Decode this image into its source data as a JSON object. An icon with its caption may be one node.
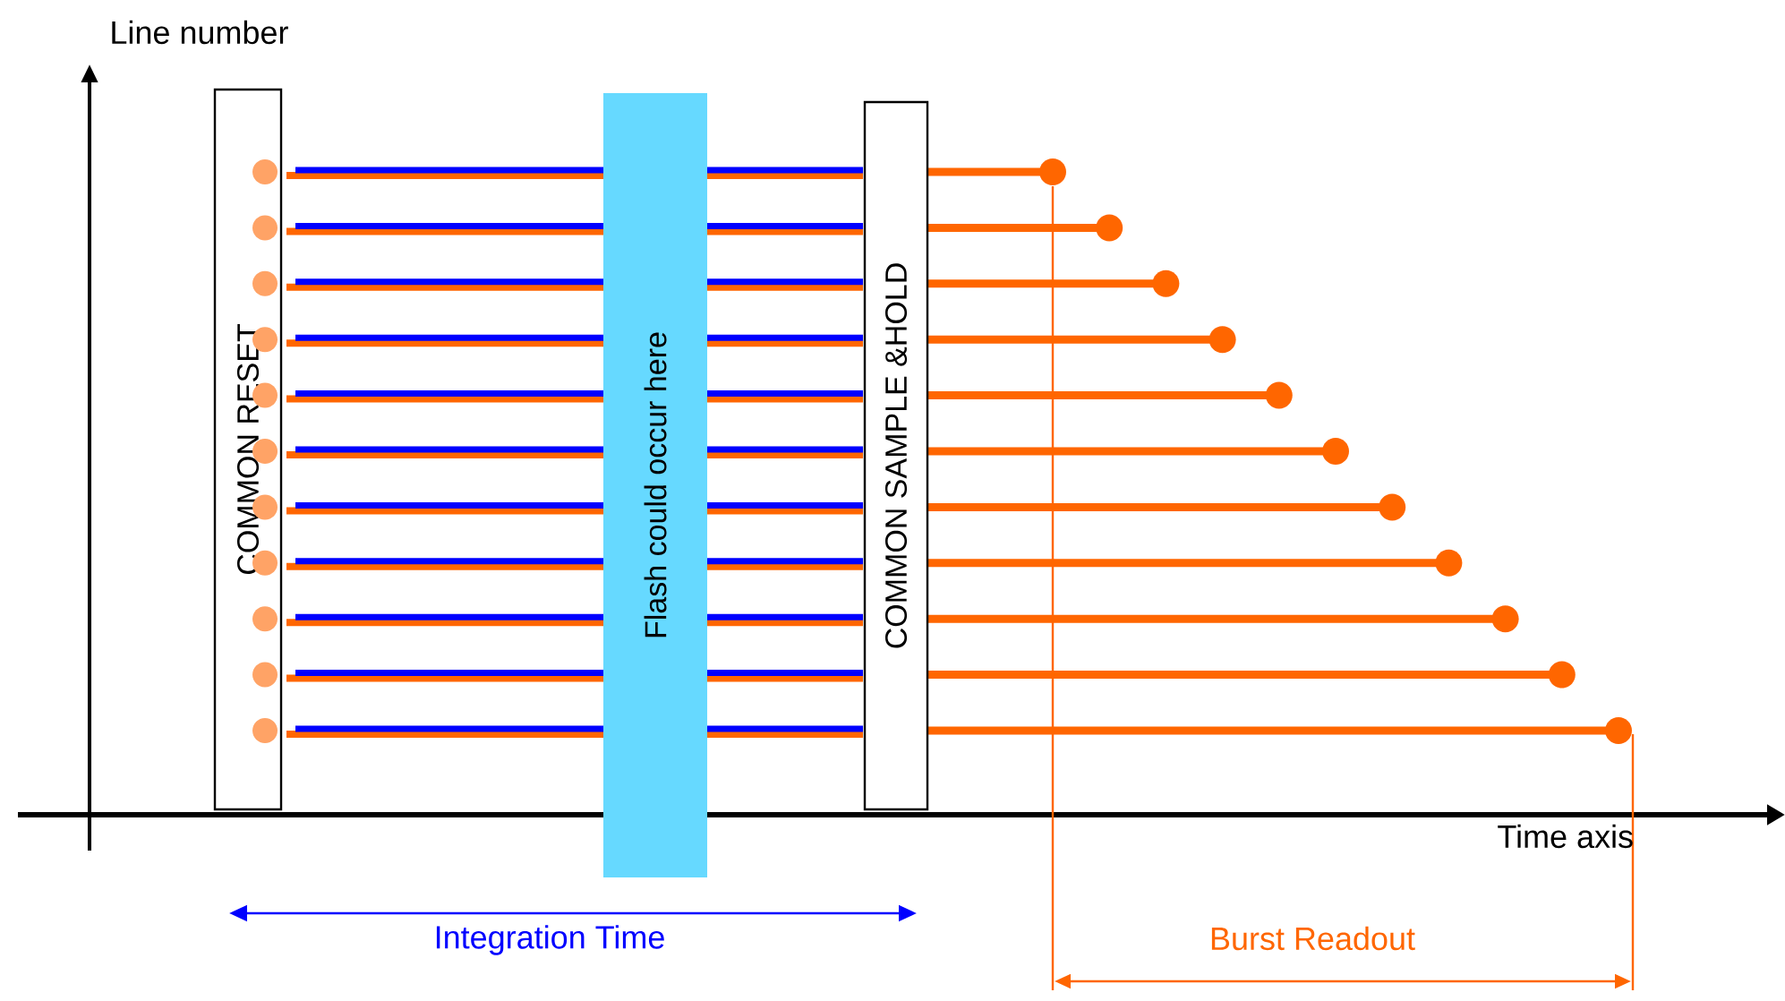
{
  "diagram": {
    "nodes": [
      {
        "text": [
          "COMMON RESET"
        ]
      },
      {
        "text": [
          "Flash could occur here"
        ]
      },
      {
        "text": [
          "COMMON SAMPLE &HOLD"
        ]
      }
    ],
    "labels": [
      "Line number",
      "Time axis",
      "Integration Time",
      "Burst Readout"
    ]
  }
}
